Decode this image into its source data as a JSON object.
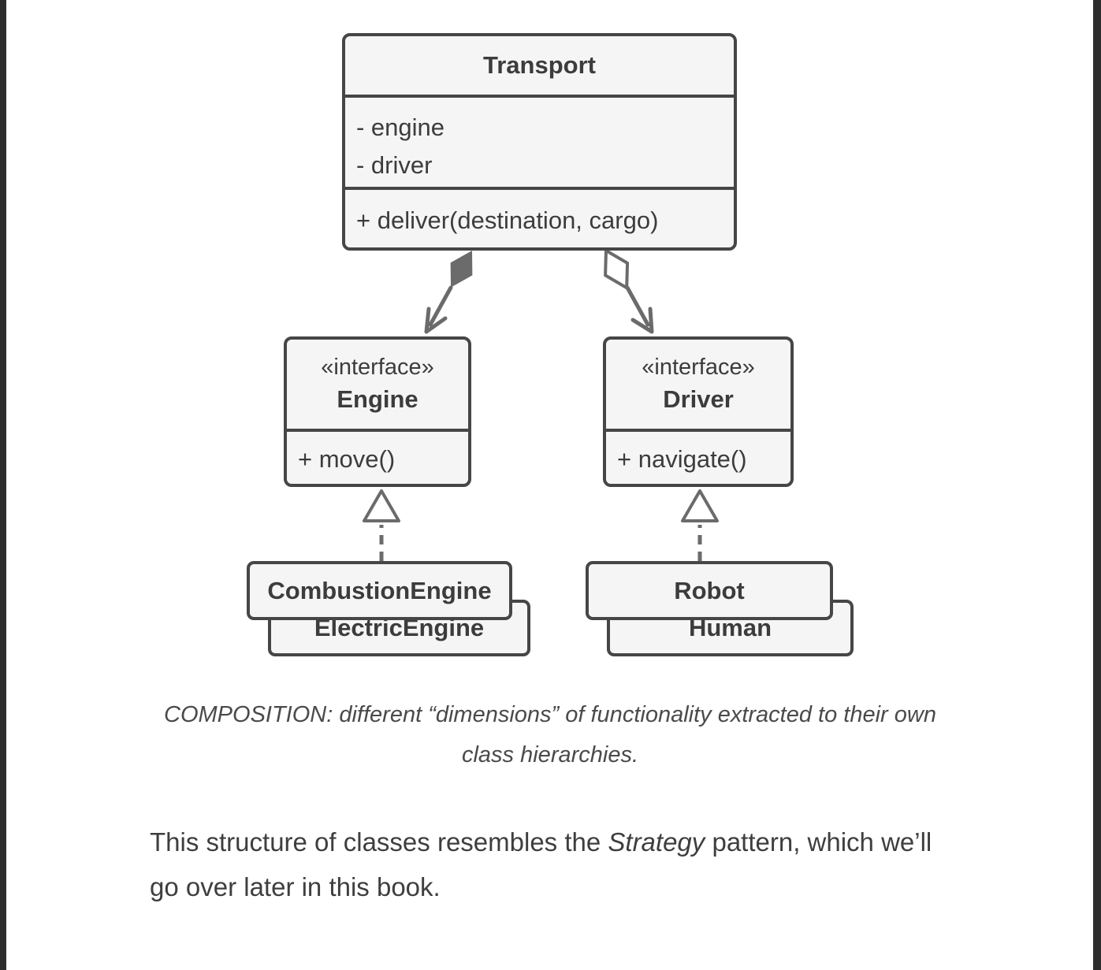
{
  "colors": {
    "page_bg": "#ffffff",
    "edge_bar": "#2d2d2d",
    "box_fill": "#f5f5f5",
    "box_border": "#464646",
    "connector": "#6b6b6b",
    "box_text": "#3c3c3c",
    "caption_text": "#4a4a4a",
    "body_text": "#3e3e3e"
  },
  "diagram": {
    "transport_class": {
      "title": "Transport",
      "fields": [
        "- engine",
        "- driver"
      ],
      "method": "+ deliver(destination, cargo)"
    },
    "engine_interface": {
      "stereotype": "«interface»",
      "name": "Engine",
      "method": "+ move()"
    },
    "driver_interface": {
      "stereotype": "«interface»",
      "name": "Driver",
      "method": "+ navigate()"
    },
    "engine_implementations": {
      "front": "CombustionEngine",
      "back": "ElectricEngine"
    },
    "driver_implementations": {
      "front": "Robot",
      "back": "Human"
    },
    "relations": [
      {
        "type": "composition",
        "from": "Transport",
        "to": "Engine"
      },
      {
        "type": "aggregation",
        "from": "Transport",
        "to": "Driver"
      },
      {
        "type": "realization",
        "from": "CombustionEngine, ElectricEngine",
        "to": "Engine"
      },
      {
        "type": "realization",
        "from": "Robot, Human",
        "to": "Driver"
      }
    ]
  },
  "caption": "COMPOSITION: different “dimensions” of functionality extracted to their own class hierarchies.",
  "paragraph": {
    "part1": "This structure of classes resembles the ",
    "italic": "Strategy",
    "part2": " pattern, which we’ll go over later in this book."
  }
}
